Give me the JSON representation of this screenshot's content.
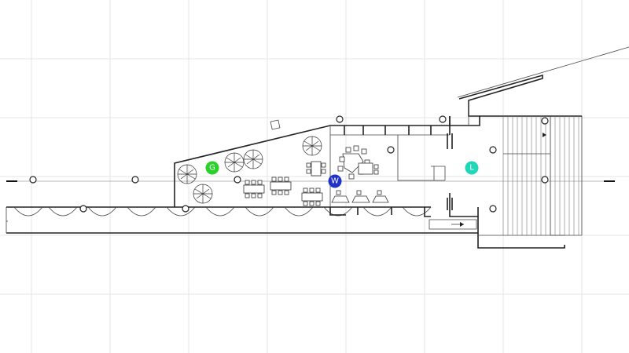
{
  "zones": [
    {
      "key": "garden",
      "label": "G",
      "color": "#2bd12b"
    },
    {
      "key": "work",
      "label": "W",
      "color": "#1f33c7"
    },
    {
      "key": "lounge",
      "label": "L",
      "color": "#22d6b8"
    }
  ],
  "colors": {
    "background": "#ffffff",
    "grid": "#e6e6e6",
    "lines": "#222222"
  }
}
